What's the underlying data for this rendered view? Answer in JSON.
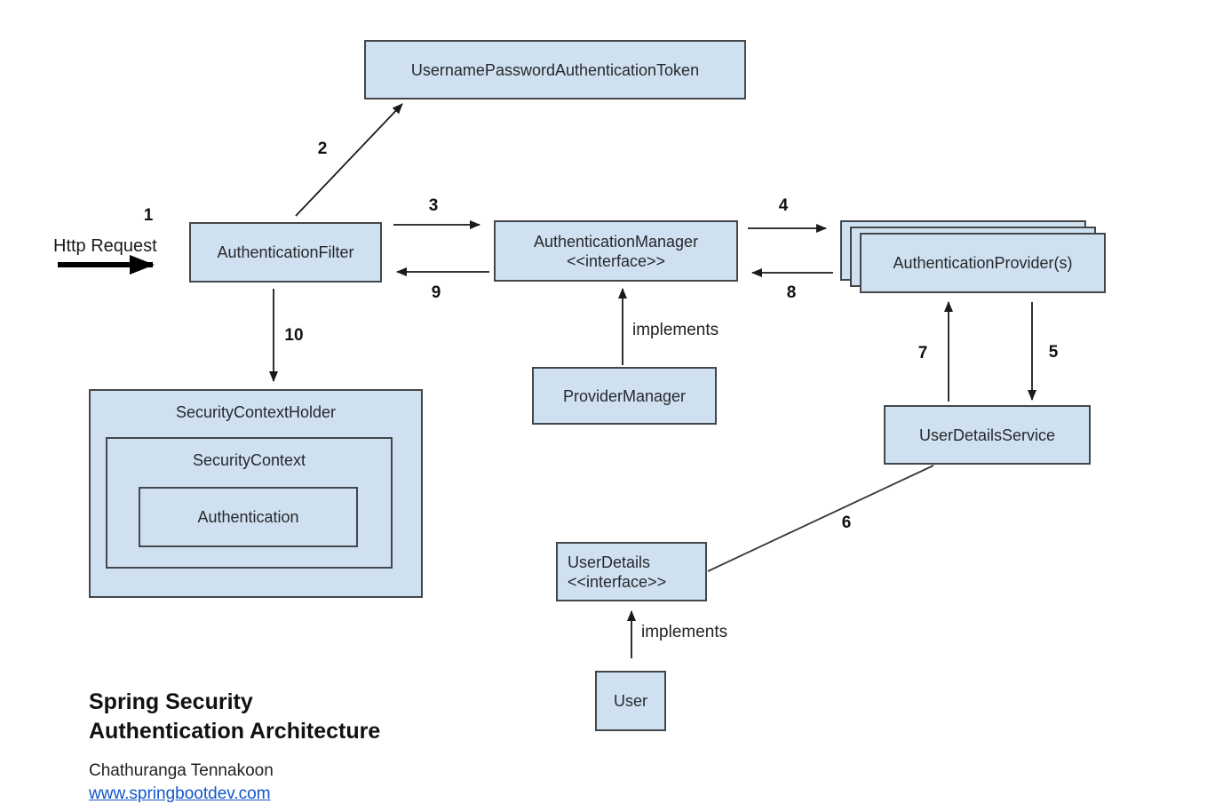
{
  "diagram": {
    "title": "Spring Security Authentication Architecture",
    "colors": {
      "node_fill": "#cfe1f1",
      "node_border": "#43474b",
      "arrow": "#1a1a1a",
      "link": "#1155cc"
    },
    "nodes": {
      "token": {
        "label": "UsernamePasswordAuthenticationToken"
      },
      "filter": {
        "label": "AuthenticationFilter"
      },
      "manager": {
        "label": "AuthenticationManager",
        "stereotype": "<<interface>>"
      },
      "providers": {
        "label": "AuthenticationProvider(s)"
      },
      "provider_manager": {
        "label": "ProviderManager"
      },
      "security_context_holder": {
        "label": "SecurityContextHolder"
      },
      "security_context": {
        "label": "SecurityContext"
      },
      "authentication": {
        "label": "Authentication"
      },
      "user_details_service": {
        "label": "UserDetailsService"
      },
      "user_details": {
        "label": "UserDetails",
        "stereotype": "<<interface>>"
      },
      "user": {
        "label": "User"
      }
    },
    "edge_labels": {
      "http_request": "Http Request",
      "n1": "1",
      "n2": "2",
      "n3": "3",
      "n4": "4",
      "n5": "5",
      "n6": "6",
      "n7": "7",
      "n8": "8",
      "n9": "9",
      "n10": "10",
      "implements_manager": "implements",
      "implements_user": "implements"
    },
    "footer": {
      "title_line1": "Spring Security",
      "title_line2": "Authentication Architecture",
      "author": "Chathuranga Tennakoon",
      "website": "www.springbootdev.com"
    }
  }
}
